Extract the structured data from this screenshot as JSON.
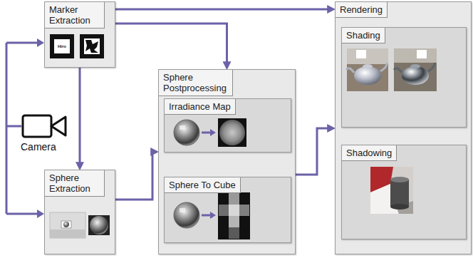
{
  "diagram": {
    "nodes": [
      {
        "text": [
          "Marker Extraction"
        ]
      },
      {
        "text": [
          "Sphere Extraction"
        ]
      },
      {
        "text": [
          "Sphere Postprocessing"
        ]
      },
      {
        "text": [
          "Irradiance Map"
        ],
        "in": 2
      },
      {
        "text": [
          "Sphere To Cube"
        ],
        "in": 2
      },
      {
        "text": [
          "Rendering"
        ]
      },
      {
        "text": [
          "Shading"
        ],
        "in": 5
      },
      {
        "text": [
          "Shadowing"
        ],
        "in": 5
      }
    ],
    "edges": [
      {
        "from": 0,
        "to": 5,
        "arrow": "to"
      },
      {
        "from": 0,
        "to": 2,
        "arrow": "to"
      },
      {
        "from": 0,
        "to": 1,
        "arrow": "to"
      },
      {
        "from": 1,
        "to": 2,
        "arrow": "to"
      },
      {
        "from": 2,
        "to": 5,
        "arrow": "to"
      }
    ],
    "labels": [
      "Hiro",
      "Camera"
    ]
  }
}
